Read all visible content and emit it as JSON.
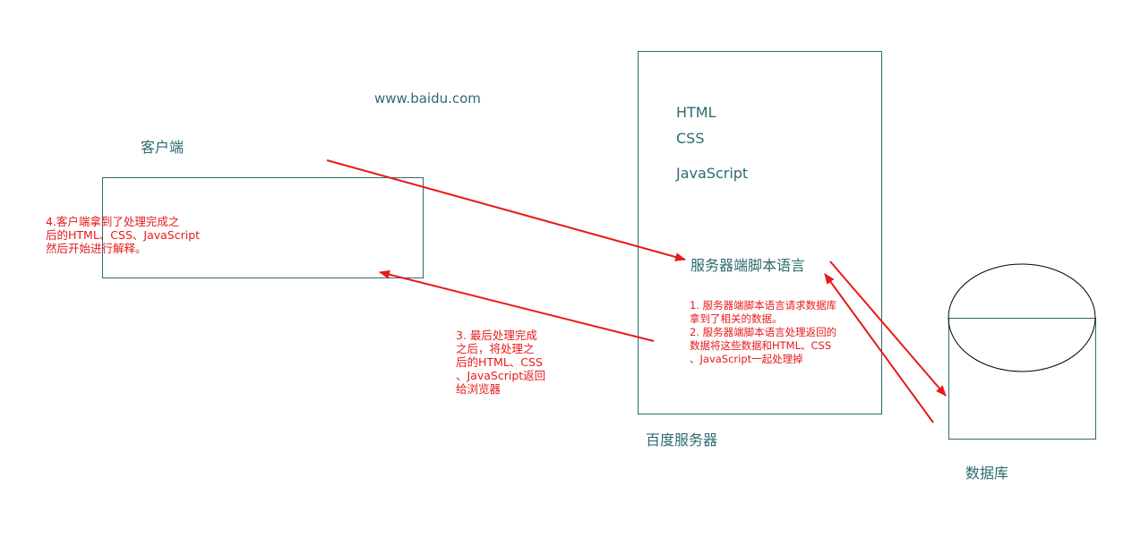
{
  "labels": {
    "url": "www.baidu.com",
    "client": "客户端",
    "tech": [
      "HTML",
      "CSS",
      "JavaScript"
    ],
    "server_script": "服务器端脚本语言",
    "server": "百度服务器",
    "database": "数据库"
  },
  "notes": {
    "client_interpret": [
      "4.客户端拿到了处理完成之",
      "后的HTML、CSS、JavaScript",
      "然后开始进行解释。"
    ],
    "server_db": [
      "1. 服务器端脚本语言请求数据库",
      "拿到了相关的数据。",
      "2. 服务器端脚本语言处理返回的",
      "数据将这些数据和HTML、CSS",
      "、JavaScript一起处理掉"
    ],
    "server_return": [
      "3. 最后处理完成",
      "之后，将处理之",
      "后的HTML、CSS",
      "、JavaScript返回",
      "给浏览器"
    ]
  },
  "colors": {
    "box_stroke": "#2e6b6f",
    "label_text": "#2e6b6f",
    "arrow": "#e8191a",
    "note_text": "#e8191a"
  }
}
